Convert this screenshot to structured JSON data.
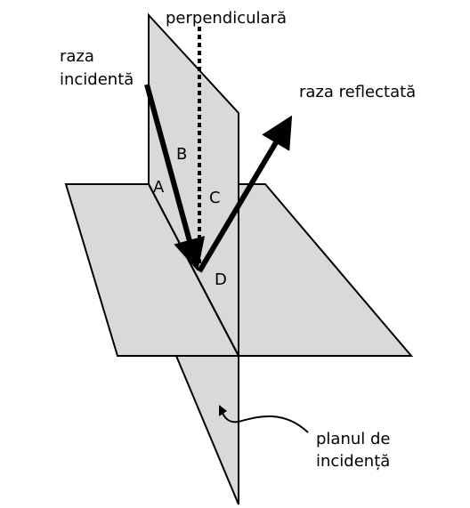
{
  "diagram": {
    "labels": {
      "perpendicular": "perpendiculară",
      "incident_line1": "raza",
      "incident_line2": "incidentă",
      "reflected": "raza reflectată",
      "plane_line1": "planul de",
      "plane_line2": "incidență",
      "point_a": "A",
      "point_b": "B",
      "point_c": "C",
      "point_d": "D"
    },
    "colors": {
      "plane_fill": "#d9d9d9",
      "stroke": "#000000",
      "background": "#ffffff"
    }
  }
}
